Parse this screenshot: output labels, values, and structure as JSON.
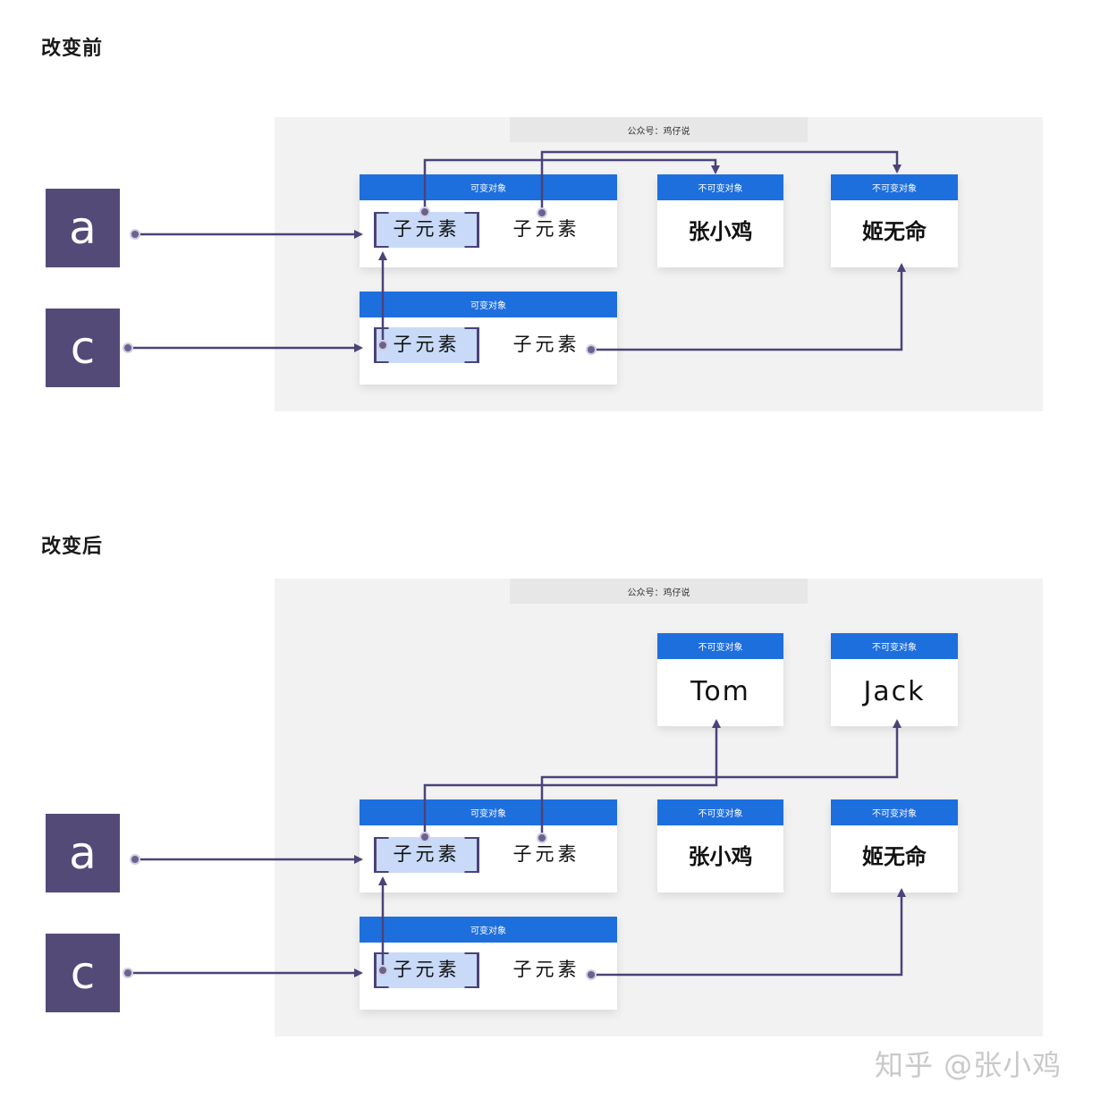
{
  "before": {
    "title": "改变前",
    "panel_header": "公众号：鸡仔说",
    "var_a": "a",
    "var_c": "c",
    "mutable_a": {
      "header": "可变对象",
      "child1": "子元素",
      "child2": "子元素"
    },
    "mutable_c": {
      "header": "可变对象",
      "child1": "子元素",
      "child2": "子元素"
    },
    "immutable_1": {
      "header": "不可变对象",
      "value": "张小鸡"
    },
    "immutable_2": {
      "header": "不可变对象",
      "value": "姬无命"
    }
  },
  "after": {
    "title": "改变后",
    "panel_header": "公众号：鸡仔说",
    "var_a": "a",
    "var_c": "c",
    "mutable_a": {
      "header": "可变对象",
      "child1": "子元素",
      "child2": "子元素"
    },
    "mutable_c": {
      "header": "可变对象",
      "child1": "子元素",
      "child2": "子元素"
    },
    "immutable_tom": {
      "header": "不可变对象",
      "value": "Tom"
    },
    "immutable_jack": {
      "header": "不可变对象",
      "value": "Jack"
    },
    "immutable_1": {
      "header": "不可变对象",
      "value": "张小鸡"
    },
    "immutable_2": {
      "header": "不可变对象",
      "value": "姬无命"
    }
  },
  "watermark": "知乎 @张小鸡",
  "colors": {
    "accent": "#1e6fde",
    "var_box": "#534a78",
    "line": "#4b4378",
    "highlight": "#c8daf7"
  }
}
